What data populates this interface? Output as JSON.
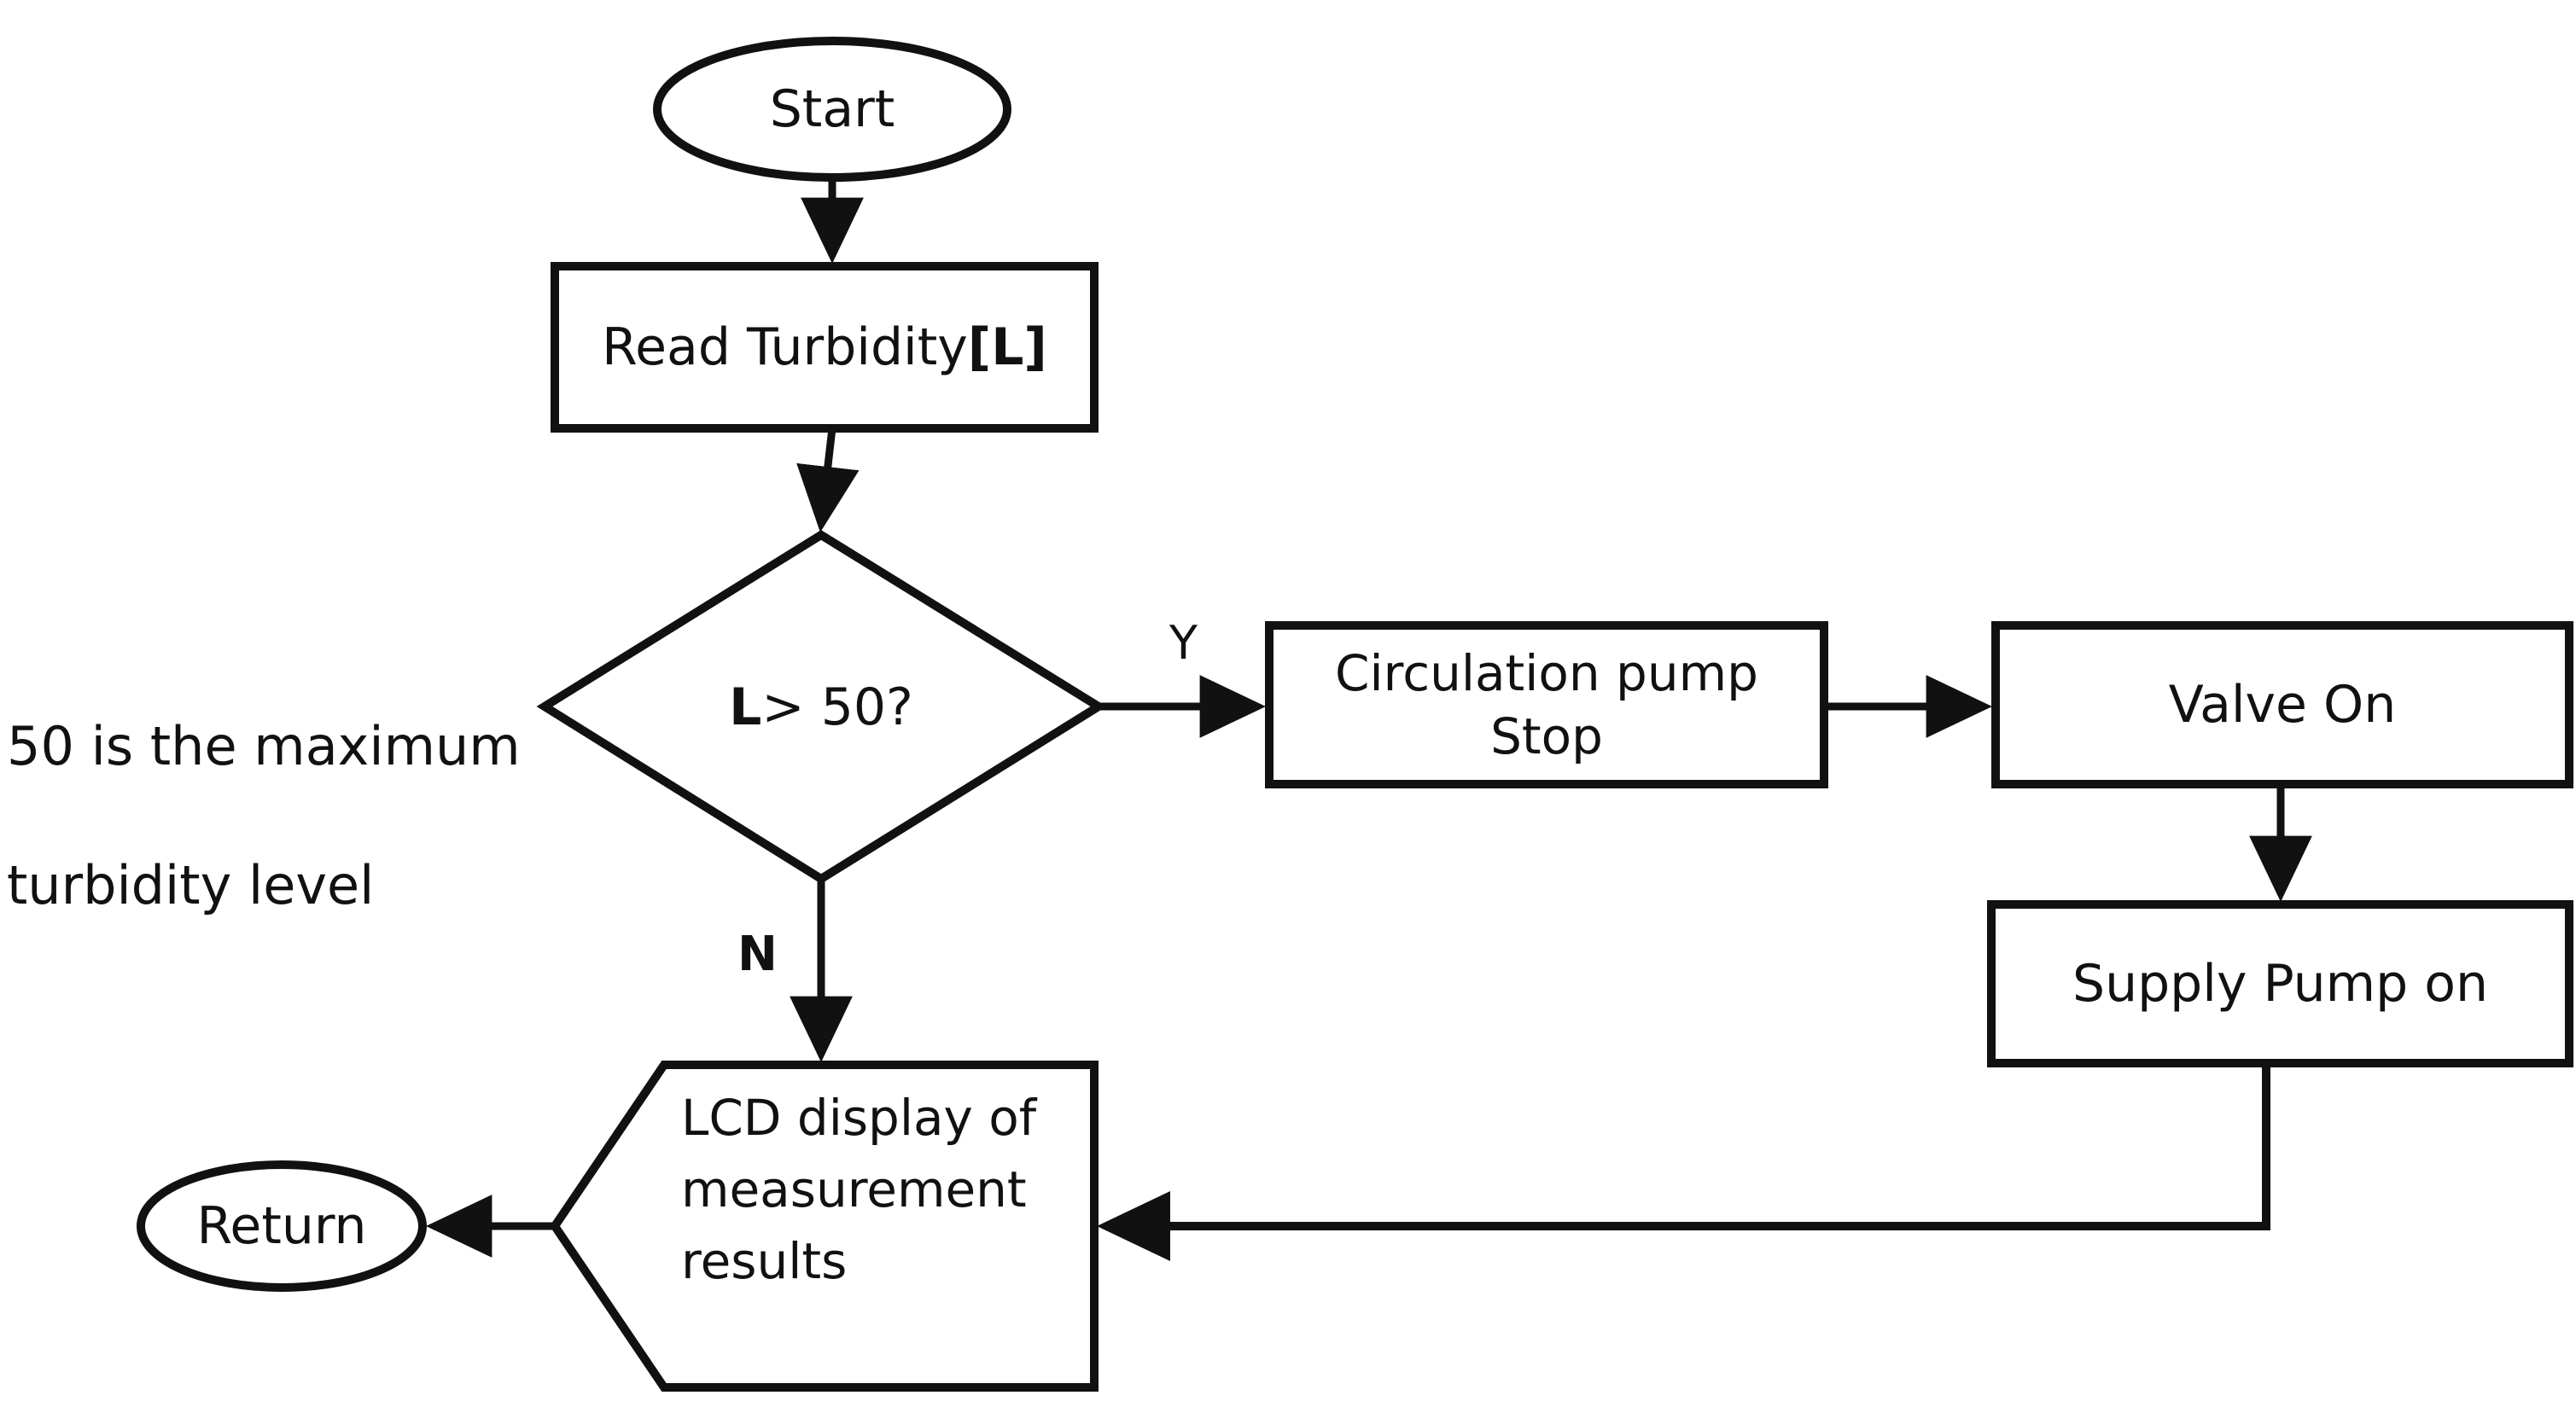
{
  "diagram": {
    "type": "flowchart",
    "title": "",
    "background_color": "#ffffff",
    "stroke_color": "#111111",
    "text_color": "#111111",
    "nodes": [
      {
        "id": "start",
        "shape": "ellipse",
        "label": "Start"
      },
      {
        "id": "read",
        "shape": "rectangle",
        "label": "Read Turbidity [L]",
        "label_plain": "Read Turbidity ",
        "label_bold": "[L]"
      },
      {
        "id": "decision",
        "shape": "diamond",
        "label": "L > 50?",
        "label_bold": "L",
        "label_plain": " > 50?"
      },
      {
        "id": "circpump",
        "shape": "rectangle",
        "label": "Circulation pump\nStop",
        "line1": "Circulation pump",
        "line2": "Stop"
      },
      {
        "id": "valve",
        "shape": "rectangle",
        "label": "Valve On"
      },
      {
        "id": "supplypump",
        "shape": "rectangle",
        "label": "Supply Pump on"
      },
      {
        "id": "lcd",
        "shape": "pentagon",
        "label": "LCD display of\nmeasurement\nresults",
        "line1": "LCD display of",
        "line2": "measurement",
        "line3": "results"
      },
      {
        "id": "return",
        "shape": "ellipse",
        "label": "Return"
      }
    ],
    "edges": [
      {
        "from": "start",
        "to": "read",
        "label": ""
      },
      {
        "from": "read",
        "to": "decision",
        "label": ""
      },
      {
        "from": "decision",
        "to": "circpump",
        "label": "Y"
      },
      {
        "from": "decision",
        "to": "lcd",
        "label": "N"
      },
      {
        "from": "circpump",
        "to": "valve",
        "label": ""
      },
      {
        "from": "valve",
        "to": "supplypump",
        "label": ""
      },
      {
        "from": "supplypump",
        "to": "lcd",
        "label": ""
      },
      {
        "from": "lcd",
        "to": "return",
        "label": ""
      }
    ],
    "edge_labels": {
      "yes": "Y",
      "no": "N"
    },
    "annotations": [
      {
        "id": "max-turbidity-note",
        "text": "50 is the maximum\nturbidity level",
        "line1": "50 is the maximum",
        "line2": "turbidity level"
      }
    ]
  }
}
